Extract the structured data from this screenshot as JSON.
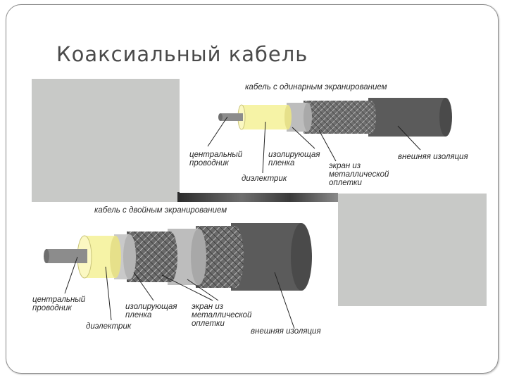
{
  "slide": {
    "title": "Коаксиальный кабель"
  },
  "single_panel": {
    "caption": "кабель с одинарным экранированием",
    "labels": {
      "central_conductor": "центральный\nпроводник",
      "insulating_film": "изолирующая\nпленка",
      "dielectric": "диэлектрик",
      "shield": "экран из\nметаллической\nоплетки",
      "outer_insulation": "внешняя изоляция"
    }
  },
  "double_panel": {
    "caption": "кабель с двойным экранированием",
    "labels": {
      "central_conductor": "центральный\nпроводник",
      "insulating_film": "изолирующая\nпленка",
      "dielectric": "диэлектрик",
      "shield": "экран из\nметаллической\nоплетки",
      "outer_insulation": "внешняя изоляция"
    }
  },
  "colors": {
    "title": "#4a4a4a",
    "background_gray": "#c8c9c7",
    "dielectric_yellow": "#f6f3a6",
    "outer_jacket": "#5b5b5b",
    "braid": "#6f6f6f",
    "conductor": "#8c8c8c"
  }
}
